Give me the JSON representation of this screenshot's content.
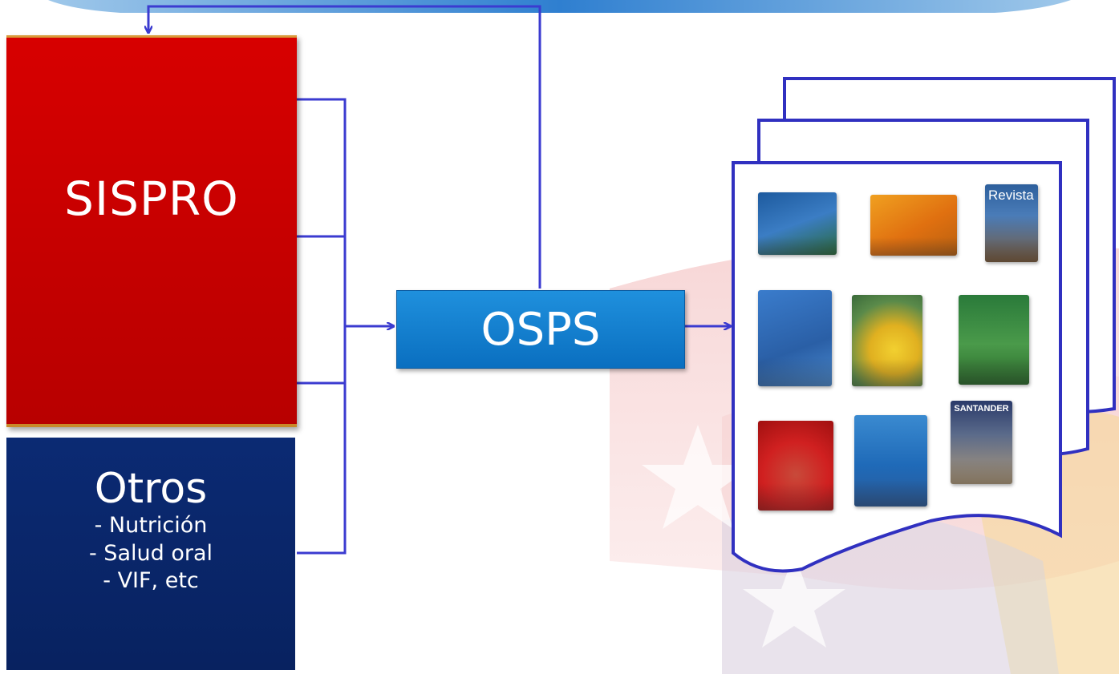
{
  "diagram": {
    "sispro": {
      "label": "SISPRO"
    },
    "otros": {
      "title": "Otros",
      "items": [
        "- Nutrición",
        "- Salud oral",
        "- VIF, etc"
      ]
    },
    "osps": {
      "label": "OSPS"
    },
    "publications": {
      "revista_label": "Revista",
      "santander_label": "SANTANDER"
    }
  },
  "colors": {
    "sispro": "#c80000",
    "otros": "#0b2a73",
    "osps": "#1a86d6",
    "connectors": "#3b3bd0"
  }
}
